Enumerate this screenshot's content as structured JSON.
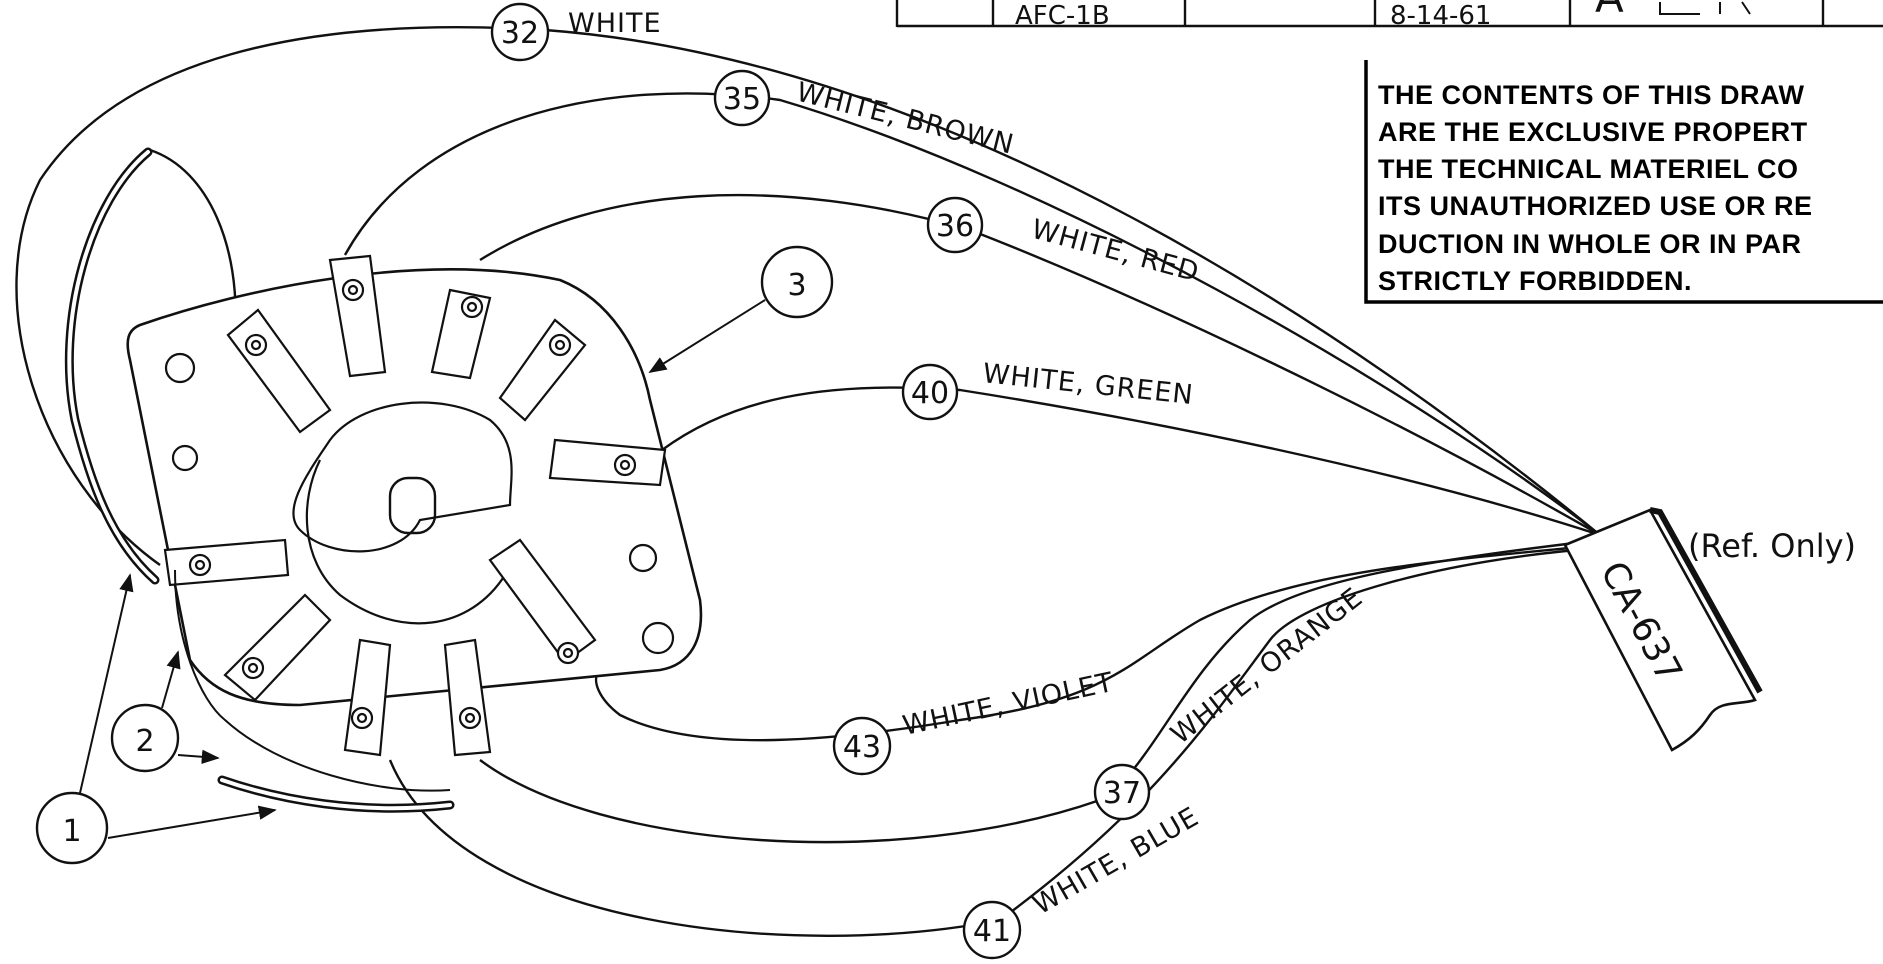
{
  "title_block": {
    "part_number": "AFC-1B",
    "date": "8-14-61",
    "revision_letter": "A"
  },
  "notice": {
    "lines": [
      "THE CONTENTS OF THIS DRAW",
      "ARE THE EXCLUSIVE PROPERT",
      "THE TECHNICAL MATERIEL CO",
      "ITS UNAUTHORIZED USE OR RE",
      "DUCTION IN WHOLE OR IN PAR",
      "STRICTLY FORBIDDEN."
    ]
  },
  "callouts": {
    "item_1": "1",
    "item_2": "2",
    "item_3": "3"
  },
  "cable": {
    "label": "CA-637",
    "note": "(Ref. Only)"
  },
  "wires": [
    {
      "number": "32",
      "color": "WHITE"
    },
    {
      "number": "35",
      "color": "WHITE, BROWN"
    },
    {
      "number": "36",
      "color": "WHITE, RED"
    },
    {
      "number": "40",
      "color": "WHITE, GREEN"
    },
    {
      "number": "43",
      "color": "WHITE, VIOLET"
    },
    {
      "number": "37",
      "color": "WHITE, ORANGE"
    },
    {
      "number": "41",
      "color": "WHITE, BLUE"
    }
  ]
}
